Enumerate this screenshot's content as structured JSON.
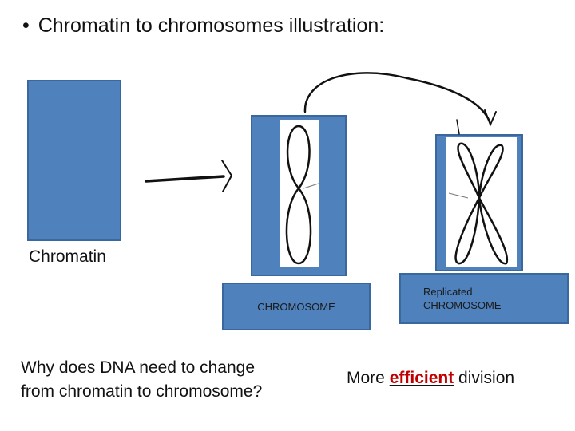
{
  "title": {
    "bullet": "•",
    "text": "Chromatin to chromosomes illustration:"
  },
  "labels": {
    "chromatin": "Chromatin",
    "chromosome": "CHROMOSOME",
    "replicated_line1": "Replicated",
    "replicated_line2": "CHROMOSOME"
  },
  "question": {
    "line1": "Why does DNA need to change",
    "line2": "from chromatin to chromosome?"
  },
  "answer": {
    "before": "More ",
    "emphasis": "efficient",
    "after": " division"
  },
  "colors": {
    "box_fill": "#4f81bd",
    "box_border": "#3a679d",
    "emphasis": "#c00000"
  }
}
